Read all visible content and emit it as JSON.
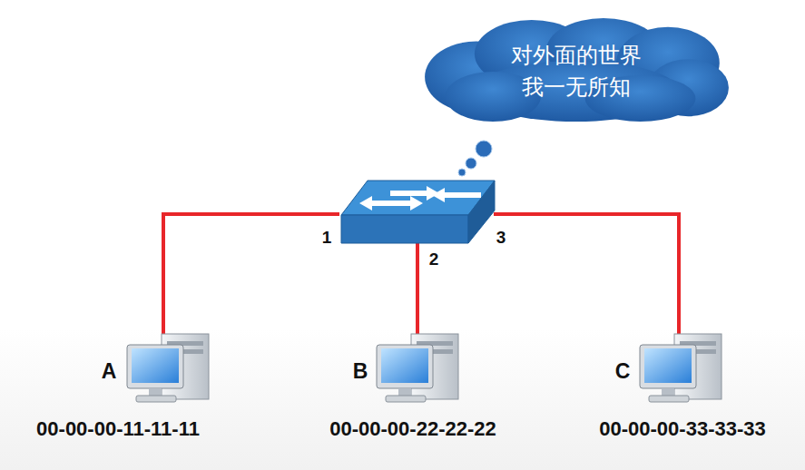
{
  "diagram": {
    "nodes": [
      {
        "text": [
          "对外面的世界 我一无所知"
        ]
      }
    ],
    "labels": [
      "1",
      "2",
      "3",
      "A",
      "00-00-00-11-11-11",
      "B",
      "00-00-00-22-22-22",
      "C",
      "00-00-00-33-33-33"
    ]
  }
}
